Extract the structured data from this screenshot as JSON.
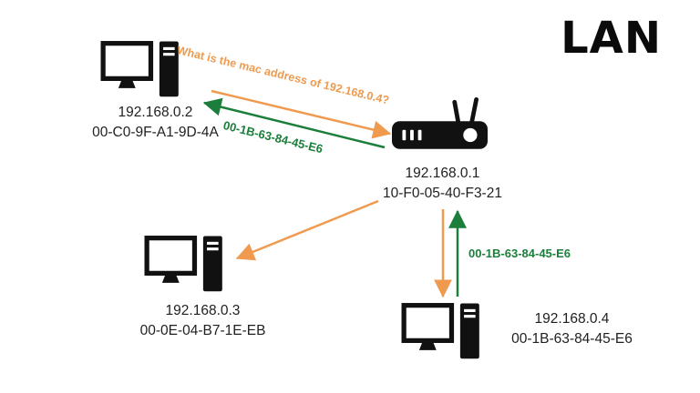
{
  "title": "LAN",
  "colors": {
    "orange": "#EF9A4E",
    "green": "#1B7F3B",
    "ink": "#111111"
  },
  "router": {
    "ip": "192.168.0.1",
    "mac": "10-F0-05-40-F3-21"
  },
  "pc2": {
    "ip": "192.168.0.2",
    "mac": "00-C0-9F-A1-9D-4A"
  },
  "pc3": {
    "ip": "192.168.0.3",
    "mac": "00-0E-04-B7-1E-EB"
  },
  "pc4": {
    "ip": "192.168.0.4",
    "mac": "00-1B-63-84-45-E6"
  },
  "messages": {
    "arp_question": "What is the mac address of 192.168.0.4?",
    "arp_reply_left": "00-1B-63-84-45-E6",
    "arp_reply_right": "00-1B-63-84-45-E6"
  }
}
